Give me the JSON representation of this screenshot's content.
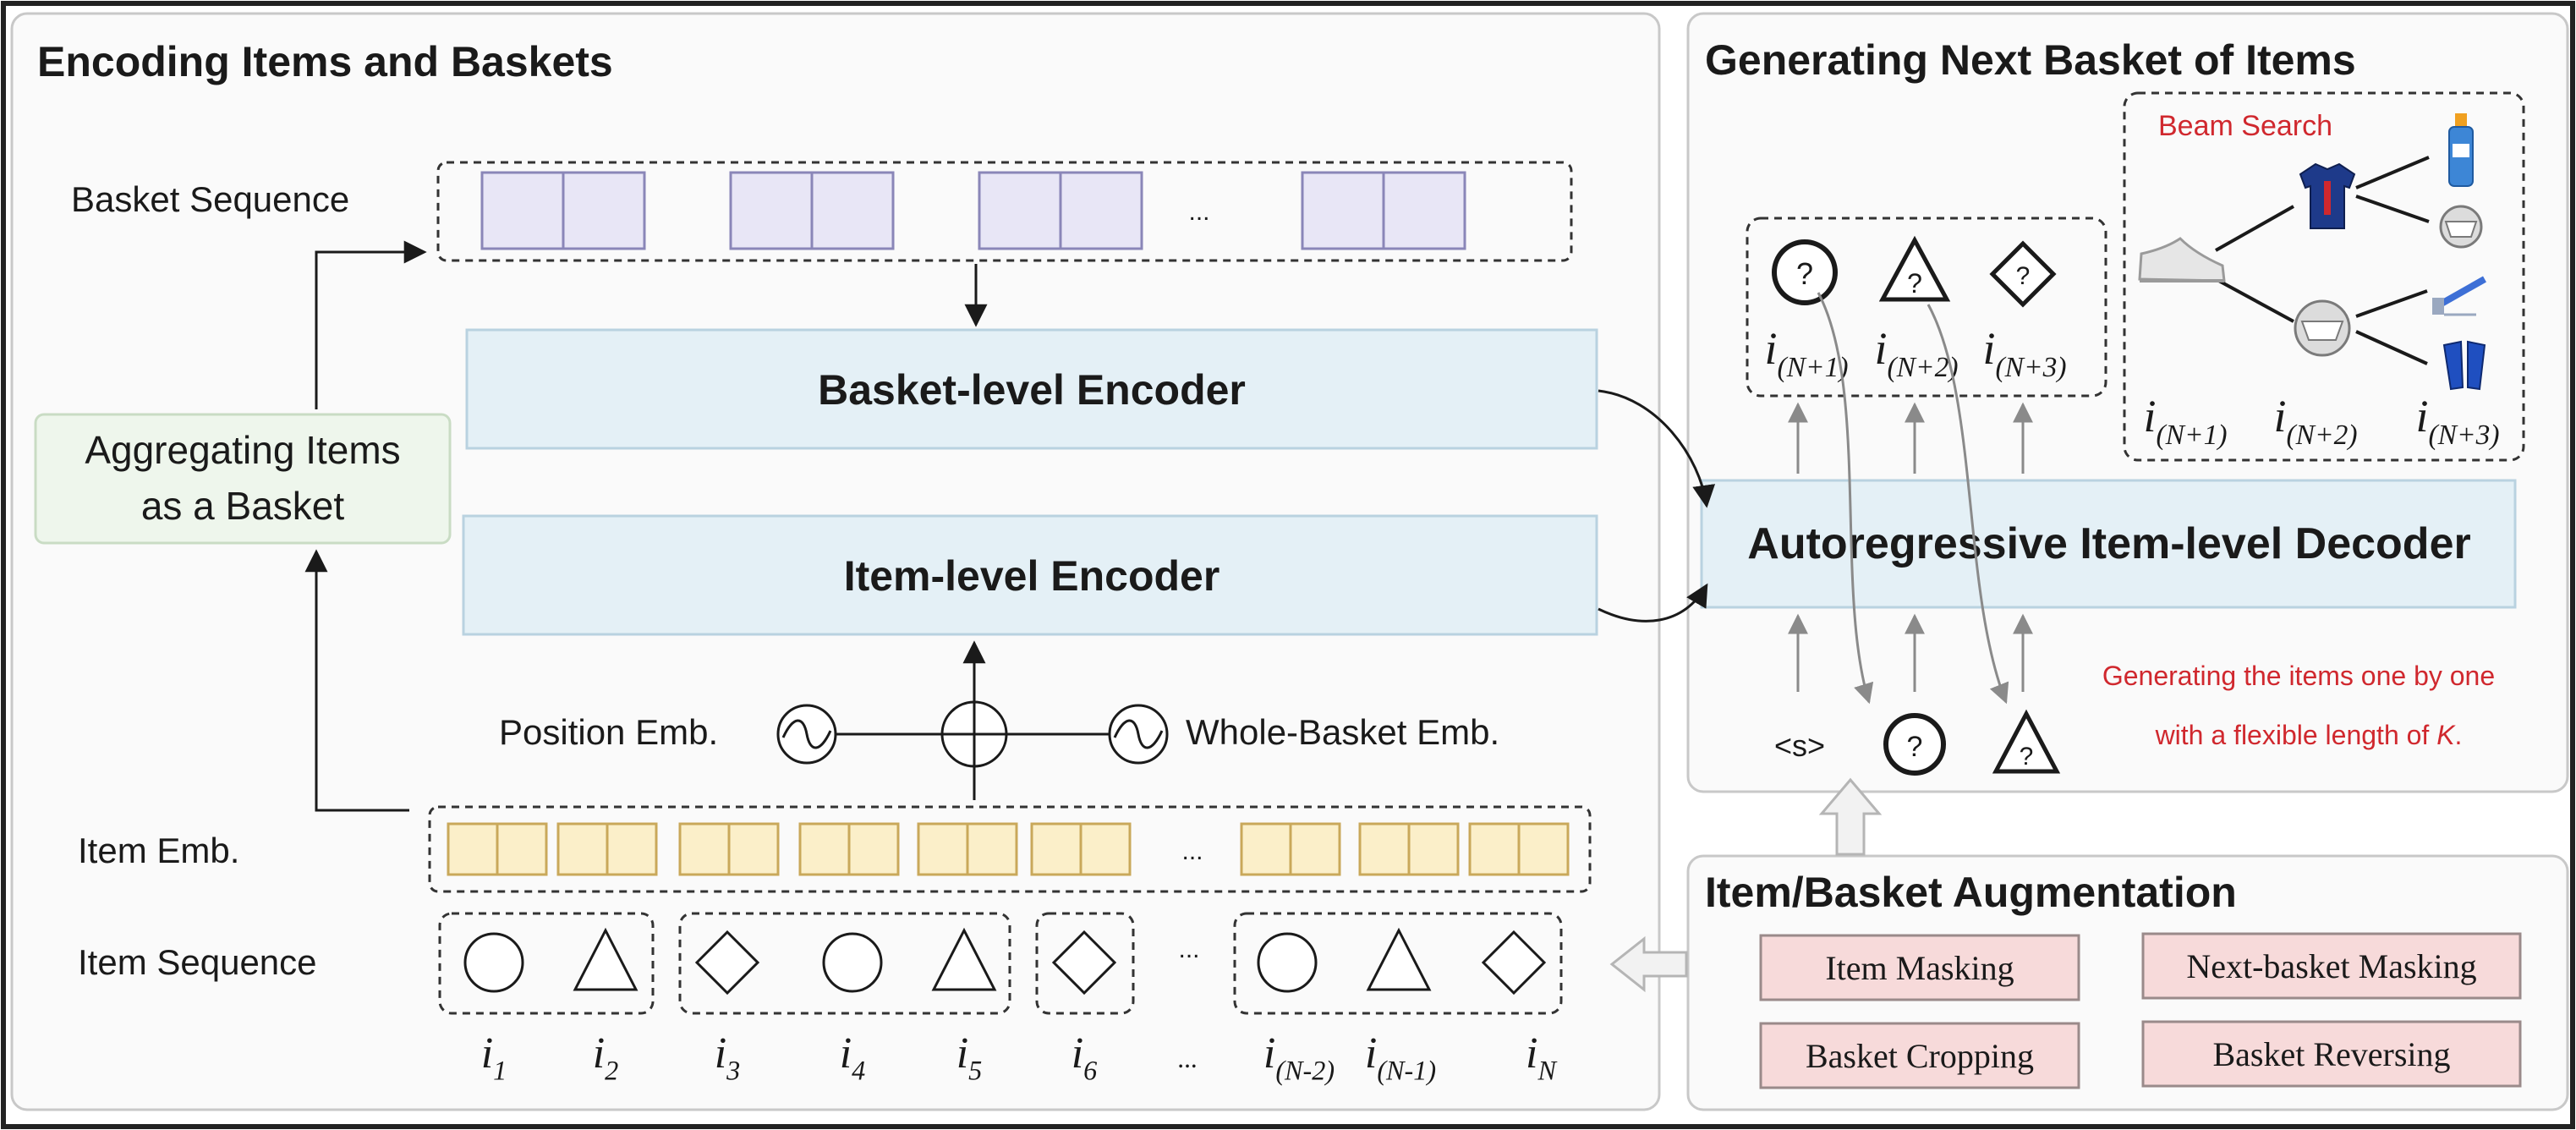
{
  "left_panel": {
    "title": "Encoding Items and Baskets",
    "basket_sequence_label": "Basket Sequence",
    "ellipsis": "...",
    "basket_encoder": "Basket-level Encoder",
    "item_encoder": "Item-level Encoder",
    "aggregating": [
      "Aggregating Items",
      "as a Basket"
    ],
    "position_emb": "Position Emb.",
    "whole_basket_emb": "Whole-Basket Emb.",
    "item_emb_label": "Item Emb.",
    "item_sequence_label": "Item Sequence",
    "item_subscripts": [
      {
        "base": "i",
        "sub": "1"
      },
      {
        "base": "i",
        "sub": "2"
      },
      {
        "base": "i",
        "sub": "3"
      },
      {
        "base": "i",
        "sub": "4"
      },
      {
        "base": "i",
        "sub": "5"
      },
      {
        "base": "i",
        "sub": "6"
      },
      {
        "base": "",
        "sub": "..."
      },
      {
        "base": "i",
        "sub": "(N-2)"
      },
      {
        "base": "i",
        "sub": "(N-1)"
      },
      {
        "base": "i",
        "sub": "N"
      }
    ]
  },
  "right_panel": {
    "title": "Generating Next Basket of Items",
    "beam_search": "Beam Search",
    "decoder": "Autoregressive Item-level Decoder",
    "generated_items": [
      {
        "base": "i",
        "sub": "(N+1)"
      },
      {
        "base": "i",
        "sub": "(N+2)"
      },
      {
        "base": "i",
        "sub": "(N+3)"
      }
    ],
    "beam_items": [
      {
        "base": "i",
        "sub": "(N+1)"
      },
      {
        "base": "i",
        "sub": "(N+2)"
      },
      {
        "base": "i",
        "sub": "(N+3)"
      }
    ],
    "start_token": "<s>",
    "note_line1": "Generating the items one by one",
    "note_line2_prefix": "with a flexible length of ",
    "note_line2_var": "K",
    "note_line2_suffix": ".",
    "accent_color": "#d0282e"
  },
  "augmentation": {
    "title": "Item/Basket Augmentation",
    "buttons": [
      "Item Masking",
      "Next-basket Masking",
      "Basket Cropping",
      "Basket Reversing"
    ]
  },
  "colors": {
    "basket_cell": "#e8e6f6",
    "basket_cell_border": "#8a86b8",
    "emb_cell": "#fbefc9",
    "emb_cell_border": "#c9a85a",
    "encoder_fill": "#e4f0f6",
    "encoder_border": "#b9d2e0",
    "aggregate_fill": "#eef6ec",
    "aug_fill": "#f7dada",
    "aug_border": "#9a8a8a"
  }
}
